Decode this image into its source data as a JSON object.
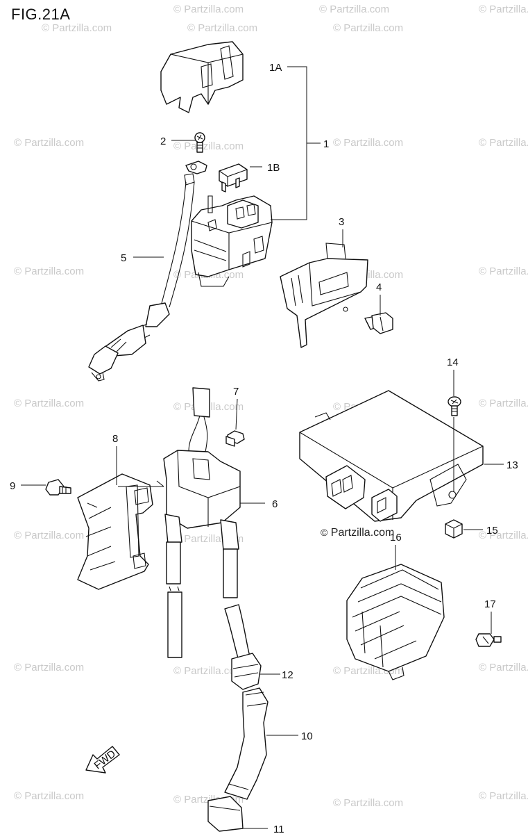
{
  "figure": {
    "title": "FIG.21A"
  },
  "watermark": {
    "text": "© Partzilla.com"
  },
  "brand": {
    "copyright_symbol": "©",
    "text": "Partzilla.com"
  },
  "callouts": [
    "1A",
    "1",
    "2",
    "1B",
    "3",
    "4",
    "5",
    "14",
    "7",
    "8",
    "13",
    "9",
    "6",
    "15",
    "16",
    "17",
    "12",
    "10",
    "11"
  ],
  "icons": [
    "fwd-arrow-icon"
  ],
  "fwd": {
    "text": "FWD"
  },
  "colors": {
    "line": "#111111",
    "watermark": "#c9c9c9",
    "background": "#ffffff"
  }
}
